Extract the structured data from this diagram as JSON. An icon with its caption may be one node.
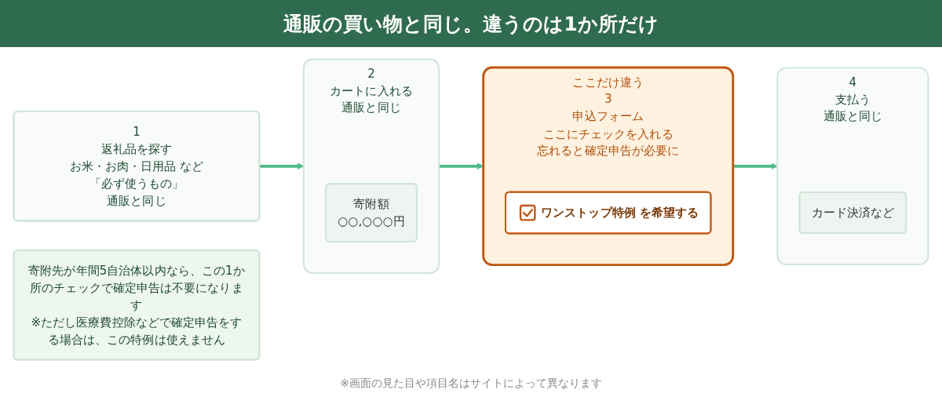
{
  "diagram": {
    "title": "通販の買い物と同じ。違うのは1か所だけ",
    "nodes": [
      {
        "text": [
          "1",
          "返礼品を探す",
          "お米・お肉・日用品 など「必ず使うもの」",
          "通販と同じ"
        ]
      },
      {
        "text": [
          "2",
          "カートに入れる",
          "通販と同じ"
        ]
      },
      {
        "text": [
          "寄附額",
          "○○,○○○円"
        ],
        "in": 1
      },
      {
        "text": [
          "ここだけ違う",
          "3",
          "申込フォーム",
          "ここにチェックを入れる",
          "忘れると確定申告が必要に"
        ]
      },
      {
        "text": [
          "ワンストップ特例 を希望する"
        ],
        "in": 3
      },
      {
        "text": [
          "4",
          "支払う",
          "通販と同じ"
        ]
      },
      {
        "text": [
          "カード決済など"
        ],
        "in": 5
      },
      {
        "text": [
          "寄附先が年間5自治体以内なら、この1か所のチェックで確定申告は不要になります",
          "※ただし医療費控除などで確定申告をする場合は、この特例は使えません"
        ]
      }
    ],
    "edges": [
      {
        "from": 0,
        "to": 1,
        "arrow": "to"
      },
      {
        "from": 1,
        "to": 3,
        "arrow": "to"
      },
      {
        "from": 3,
        "to": 5,
        "arrow": "to"
      }
    ],
    "labels": [
      "※画面の見た目や項目名はサイトによって異なります"
    ]
  }
}
